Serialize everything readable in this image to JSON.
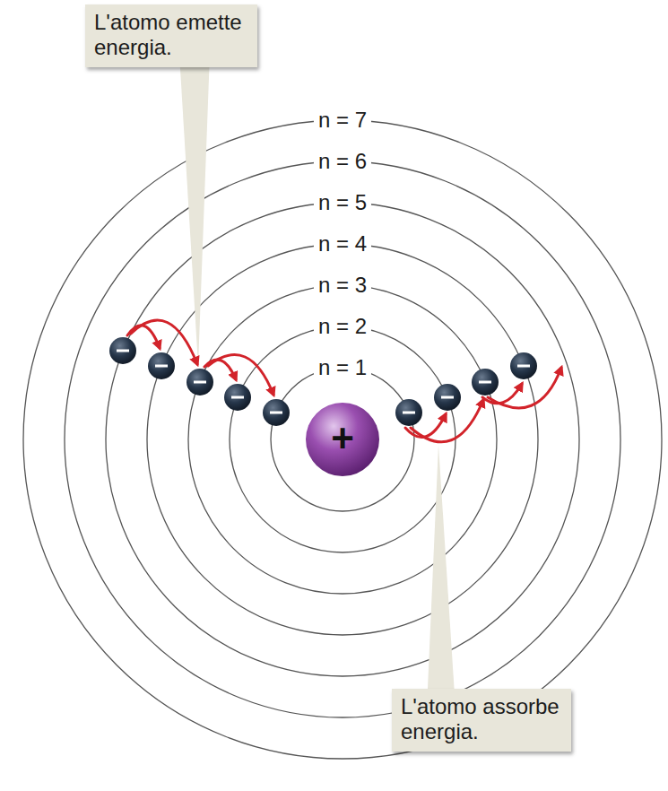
{
  "diagram": {
    "nodes": [
      {
        "text": [
          "L'atomo emette energia."
        ]
      },
      {
        "text": [
          "+"
        ]
      },
      {
        "text": [
          "L'atomo assorbe energia."
        ]
      }
    ],
    "labels": [
      "n = 7",
      "n = 6",
      "n = 5",
      "n = 4",
      "n = 3",
      "n = 2",
      "n = 1"
    ]
  }
}
